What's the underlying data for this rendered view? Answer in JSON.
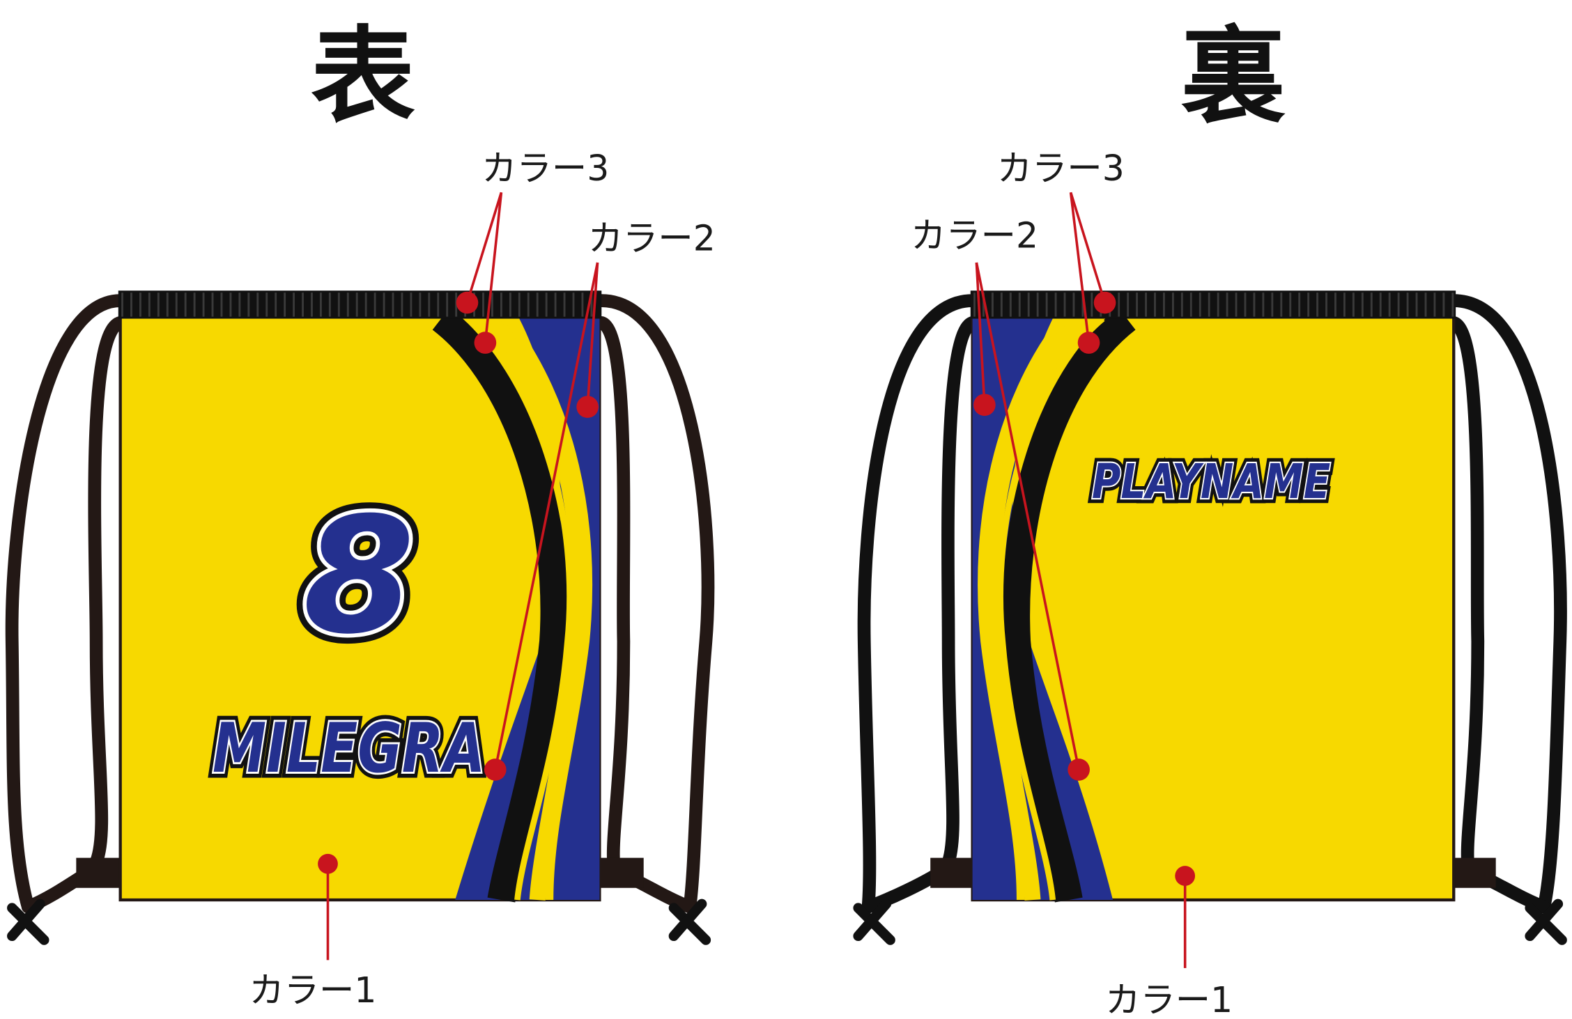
{
  "sides": {
    "front": {
      "title": "表",
      "number": "8",
      "name": "MILEGRA"
    },
    "back": {
      "title": "裏",
      "name": "PLAYNAME"
    }
  },
  "labels": {
    "color1": "カラー1",
    "color2": "カラー2",
    "color3": "カラー3"
  },
  "colors": {
    "color1": "#f7d900",
    "color2": "#24308f",
    "color3": "#111111",
    "cord": "#231815",
    "marker": "#c8141e"
  }
}
